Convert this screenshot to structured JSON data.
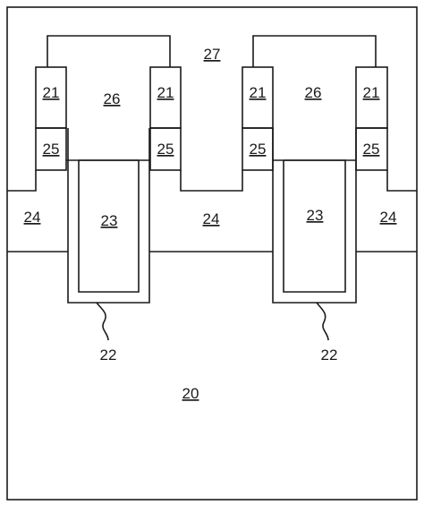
{
  "labels": {
    "l20": "20",
    "l21a": "21",
    "l21b": "21",
    "l21c": "21",
    "l21d": "21",
    "l22a": "22",
    "l22b": "22",
    "l23a": "23",
    "l23b": "23",
    "l24a": "24",
    "l24b": "24",
    "l24c": "24",
    "l25a": "25",
    "l25b": "25",
    "l25c": "25",
    "l25d": "25",
    "l26a": "26",
    "l26b": "26",
    "l27": "27"
  }
}
